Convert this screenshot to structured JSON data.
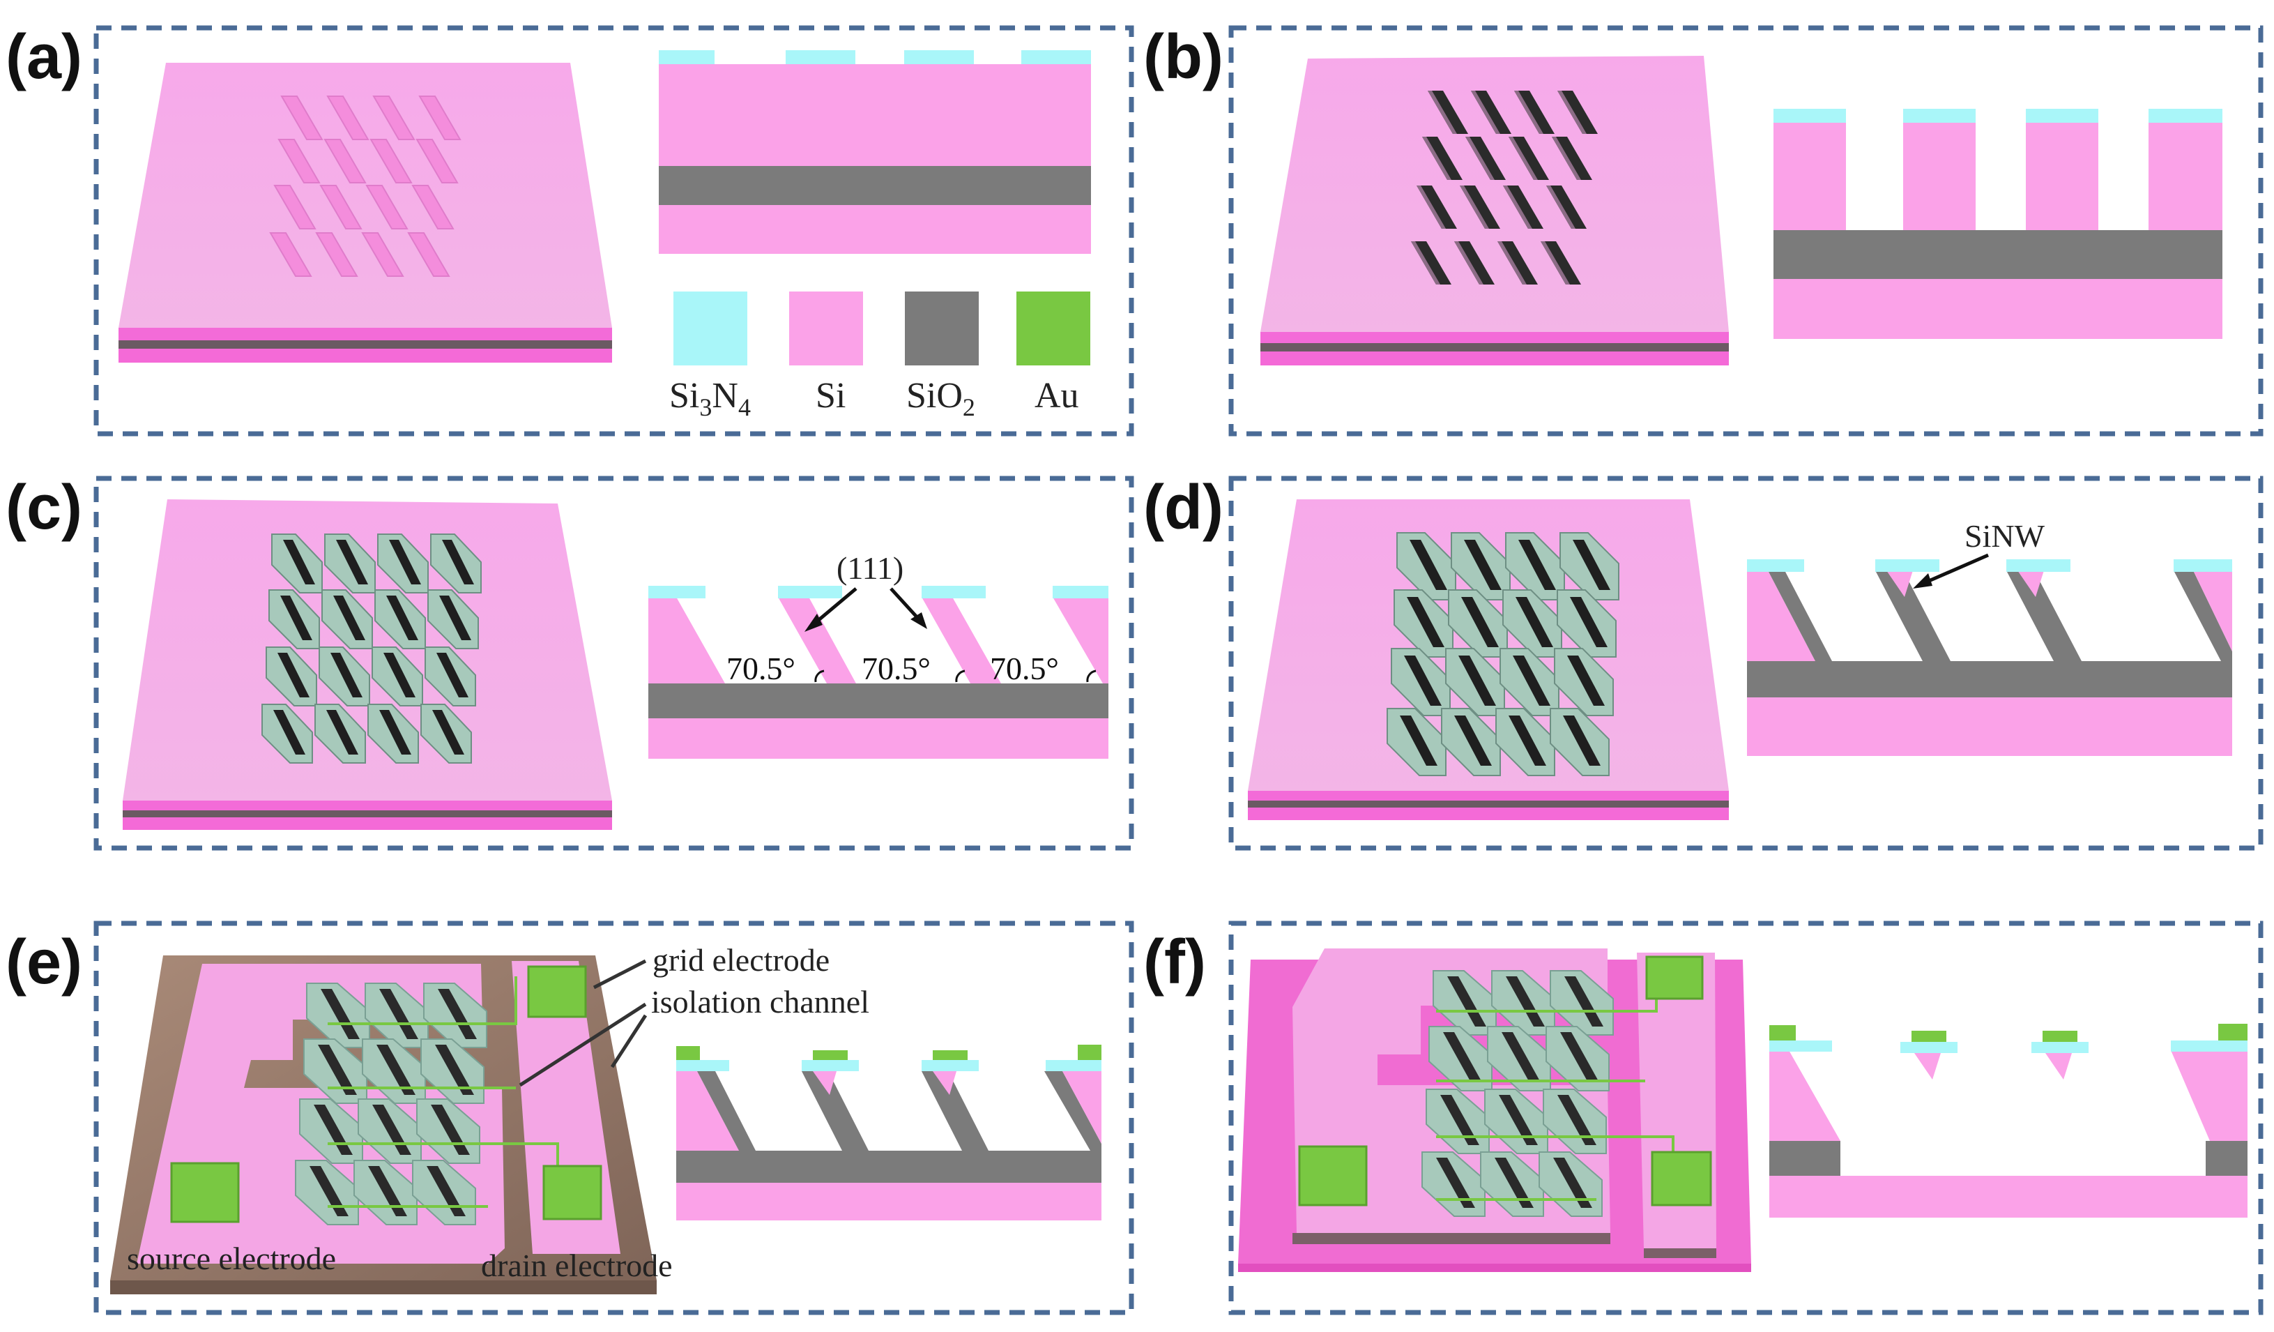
{
  "panels": {
    "a": {
      "label": "(a)"
    },
    "b": {
      "label": "(b)"
    },
    "c": {
      "label": "(c)"
    },
    "d": {
      "label": "(d)"
    },
    "e": {
      "label": "(e)"
    },
    "f": {
      "label": "(f)"
    }
  },
  "legend": {
    "items": [
      {
        "main": "Si",
        "sub": "3",
        "main2": "N",
        "sub2": "4",
        "color": "#a9f6f9"
      },
      {
        "main": "Si",
        "sub": "",
        "main2": "",
        "sub2": "",
        "color": "#fba2e8"
      },
      {
        "main": "SiO",
        "sub": "2",
        "main2": "",
        "sub2": "",
        "color": "#7b7b7b"
      },
      {
        "main": "Au",
        "sub": "",
        "main2": "",
        "sub2": "",
        "color": "#79c842"
      }
    ]
  },
  "annotations": {
    "c_plane": "(111)",
    "c_angle": "70.5°",
    "d_sinw": "SiNW",
    "e_grid": "grid electrode",
    "e_isolation": "isolation channel",
    "e_source": "source electrode",
    "e_drain": "drain electrode"
  },
  "colors": {
    "si": "#fba2e8",
    "si_top": "#f7aee9",
    "si_dark": "#e06fc8",
    "si3n4": "#a9f6f9",
    "sio2": "#7b7b7b",
    "au": "#79c842",
    "frame": "#4a6b96",
    "groove": "#9fc3b4",
    "substrate_brown": "#9a7c6c"
  }
}
